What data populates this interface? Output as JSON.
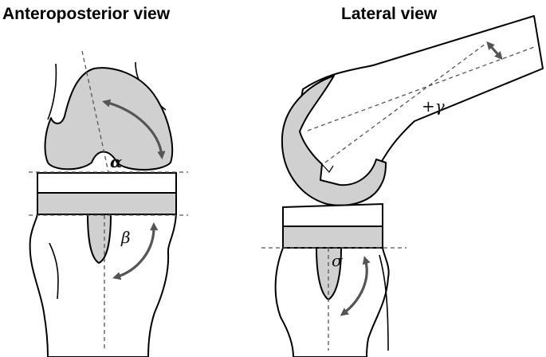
{
  "panels": {
    "ap": {
      "title": "Anteroposterior view"
    },
    "lateral": {
      "title": "Lateral view"
    }
  },
  "angles": {
    "alpha": "α",
    "beta": "β",
    "gamma": "+γ",
    "sigma": "σ"
  },
  "colors": {
    "implant_fill": "#d0d0d0",
    "outline": "#000000",
    "guide_line": "#555555",
    "background": "#ffffff"
  }
}
